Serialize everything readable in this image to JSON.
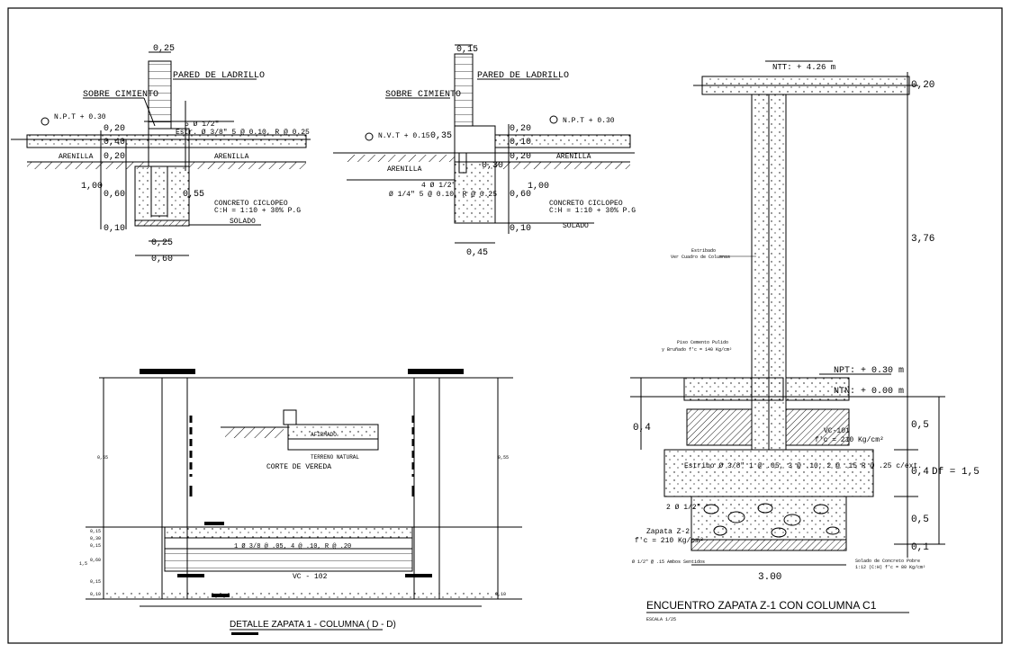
{
  "section_a": {
    "dims": {
      "wall_w": "0,25",
      "h1": "0,20",
      "h2": "0,40",
      "h3": "0,20",
      "total": "1,00",
      "footing_h": "0,60",
      "depth": "0,55",
      "solado_h": "0,10",
      "col_w": "0,25",
      "base_w": "0,60"
    },
    "labels": {
      "wall": "PARED DE LADRILLO",
      "sobre": "SOBRE CIMIENTO",
      "npt": "N.P.T + 0.30",
      "rebar": "6 Ø 1/2\"",
      "estr": "Estr. Ø 3/8\" 5 @ 0.10, R @ 0.25",
      "arenilla_l": "ARENILLA",
      "arenilla_r": "ARENILLA",
      "concreto": "CONCRETO CICLOPEO",
      "mix": "C:H = 1:10 + 30% P.G",
      "solado": "SOLADO"
    }
  },
  "section_b": {
    "dims": {
      "wall_w": "0,15",
      "h_a": "0,35",
      "h_b": "0,30",
      "h_c": "0,20",
      "h_d": "0,10",
      "h_e": "0,20",
      "total": "1,00",
      "footing_h": "0,60",
      "solado_h": "0,10",
      "base_w": "0,45"
    },
    "labels": {
      "wall": "PARED DE LADRILLO",
      "sobre": "SOBRE CIMIENTO",
      "nvt": "N.V.T + 0.15",
      "npt": "N.P.T + 0.30",
      "arenilla_l": "ARENILLA",
      "arenilla_r": "ARENILLA",
      "rebar": "4 Ø 1/2\"",
      "estr": "Ø 1/4\" 5 @ 0.10, R @ 0.25",
      "concreto": "CONCRETO CICLOPEO",
      "mix": "C:H = 1:10 + 30% P.G",
      "solado": "SOLADO"
    }
  },
  "detail_z1": {
    "title": "DETALLE ZAPATA 1 - COLUMNA ( D - D)",
    "vc": "VC - 102",
    "corte": "CORTE DE VEREDA",
    "terreno": "TERRENO NATURAL",
    "afirmado": "AFIRMADO",
    "rebar_note": "1 Ø 3/8 @ .05, 4 @ .10, R @ .20",
    "small_labels": [
      "0,15",
      "0,30",
      "0,15",
      "0,60",
      "0,15",
      "1,5",
      "0,10",
      "0,55",
      "0,55",
      "0,10"
    ]
  },
  "detail_c1": {
    "title": "ENCUENTRO ZAPATA Z-1 CON COLUMNA C1",
    "escala": "ESCALA 1/25",
    "ntt": "NTT: + 4.26 m",
    "npt": "NPT: + 0.30 m",
    "ntn": "NTN: + 0.00 m",
    "d_top": "0,20",
    "d_col": "3,76",
    "d_a": "0,5",
    "d_b": "0,4",
    "d_c": "0,5",
    "d_d": "0,1",
    "df": "Df = 1,5",
    "d_left": "0,4",
    "base": "3.00",
    "estribo": "Estribo Ø 3/8\" 1 @ .05, 3 @ .10, 2 @ .15 R @ .25 c/ext.",
    "vc": "VC-101",
    "fc_vc": "f'c = 210 Kg/cm²",
    "zapata": "Zapata Z-2",
    "fc_zap": "f'c = 210 Kg/cm²",
    "two_rebar": "2 Ø 1/2\"",
    "estribado": "Estribado",
    "ver_cuadro": "Ver Cuadro de Columnas",
    "piso": "Piso Cemento Pulido",
    "bruñado": "y Bruñado f'c = 140 Kg/cm²",
    "solado": "Solado de Concreto Pobre",
    "solado_mix": "1:12 (C:H) f'c = 80 Kg/cm²",
    "amarre": "Ø 1/2\" @ .15 Ambos Sentidos"
  }
}
